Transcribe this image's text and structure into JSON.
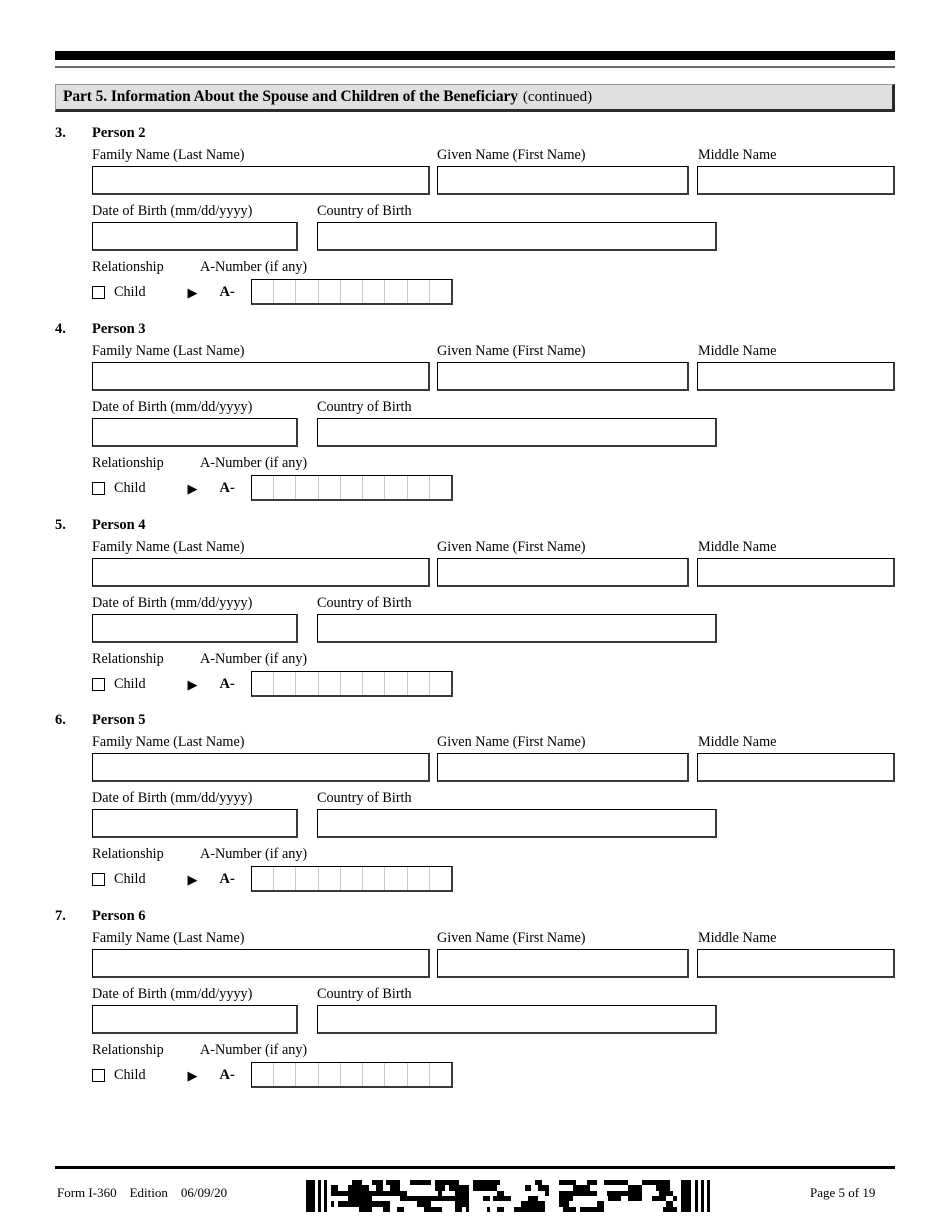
{
  "document": {
    "form_name": "Form I-360",
    "edition_label": "Edition",
    "edition_date": "06/09/20",
    "page_label": "Page 5 of 19",
    "barcode_type": "pdf417-2d-barcode"
  },
  "part_header": {
    "title": "Part 5.  Information About the Spouse and Children of the Beneficiary",
    "continued": "(continued)"
  },
  "field_labels": {
    "family_name": "Family Name (Last Name)",
    "given_name": "Given Name (First Name)",
    "middle_name": "Middle Name",
    "date_of_birth": "Date of Birth  (mm/dd/yyyy)",
    "country_of_birth": "Country of Birth",
    "relationship": "Relationship",
    "a_number": "A-Number (if any)",
    "child_checkbox": "Child",
    "a_prefix": "A-",
    "arrow": "▶"
  },
  "a_number_cells": 9,
  "persons": [
    {
      "item_number": "3.",
      "person_label": "Person 2",
      "family_name_value": "",
      "given_name_value": "",
      "middle_name_value": "",
      "date_of_birth_value": "",
      "country_of_birth_value": "",
      "child_checked": false,
      "a_number_value": ""
    },
    {
      "item_number": "4.",
      "person_label": "Person 3",
      "family_name_value": "",
      "given_name_value": "",
      "middle_name_value": "",
      "date_of_birth_value": "",
      "country_of_birth_value": "",
      "child_checked": false,
      "a_number_value": ""
    },
    {
      "item_number": "5.",
      "person_label": "Person 4",
      "family_name_value": "",
      "given_name_value": "",
      "middle_name_value": "",
      "date_of_birth_value": "",
      "country_of_birth_value": "",
      "child_checked": false,
      "a_number_value": ""
    },
    {
      "item_number": "6.",
      "person_label": "Person 5",
      "family_name_value": "",
      "given_name_value": "",
      "middle_name_value": "",
      "date_of_birth_value": "",
      "country_of_birth_value": "",
      "child_checked": false,
      "a_number_value": ""
    },
    {
      "item_number": "7.",
      "person_label": "Person 6",
      "family_name_value": "",
      "given_name_value": "",
      "middle_name_value": "",
      "date_of_birth_value": "",
      "country_of_birth_value": "",
      "child_checked": false,
      "a_number_value": ""
    }
  ],
  "block_tops": [
    125,
    321,
    517,
    712,
    908
  ]
}
